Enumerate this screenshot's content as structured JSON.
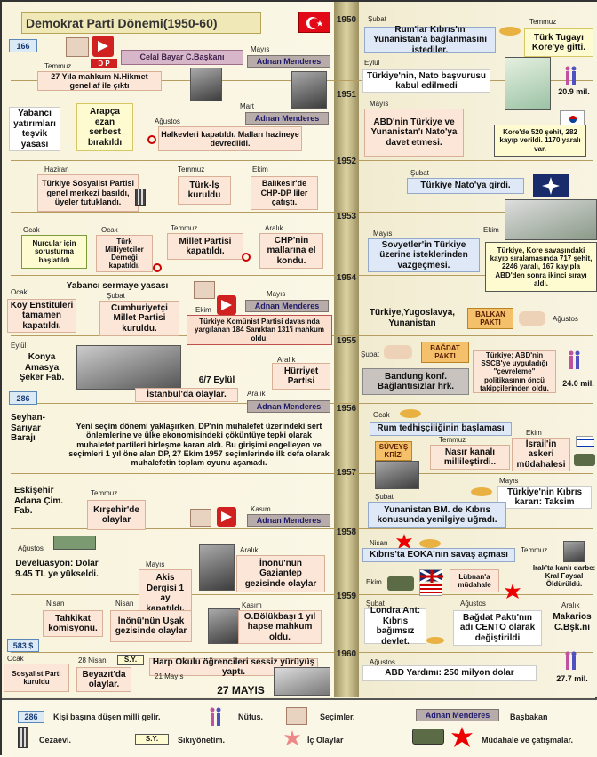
{
  "header": {
    "title": "Demokrat Parti Dönemi(1950-60)"
  },
  "years": [
    "1950",
    "1951",
    "1952",
    "1953",
    "1954",
    "1955",
    "1956",
    "1957",
    "1958",
    "1959",
    "1960"
  ],
  "left": {
    "n166": "166",
    "dp_badge": "D P",
    "bayar": "Celal Bayar C.Başkanı",
    "mayis1": "Mayıs",
    "menderes1": "Adnan Menderes",
    "temmuz1": "Temmuz",
    "hikmet": "27 Yıla mahkum N.Hikmet genel af ile çıktı",
    "yabanci": "Yabancı yatırımları teşvik yasası",
    "ezan": "Arapça ezan serbest bırakıldı",
    "mart1": "Mart",
    "menderes2": "Adnan Menderes",
    "agustos1": "Ağustos",
    "halkevleri": "Halkevleri kapatıldı. Malları hazineye devredildi.",
    "haziran1": "Haziran",
    "sosyalist": "Türkiye Sosyalist Partisi genel merkezi basıldı, üyeler tutuklandı.",
    "temmuz2": "Temmuz",
    "turkis": "Türk-İş kuruldu",
    "ekim1": "Ekim",
    "balikesir": "Balıkesir'de CHP-DP liler çatıştı.",
    "ocak1": "Ocak",
    "nurcular": "Nurcular için soruşturma başlatıldı",
    "ocak2": "Ocak",
    "milliyetci": "Türk Milliyetçiler Derneği kapatıldı.",
    "temmuz3": "Temmuz",
    "millet": "Millet Partisi kapatıldı.",
    "aralik1": "Aralık",
    "chpmal": "CHP'nin mallarına el kondu.",
    "sermaye": "Yabancı sermaye yasası",
    "ocak3": "Ocak",
    "koy": "Köy Enstitüleri tamamen kapatıldı.",
    "subat1": "Şubat",
    "cmp": "Cumhuriyetçi Millet Partisi kuruldu.",
    "ekim2": "Ekim",
    "mayis2": "Mayıs",
    "menderes3": "Adnan Menderes",
    "tkp": "Türkiye Komünist Partisi davasında yargılanan 184 Sanıktan 131'i mahkum oldu.",
    "eylul1": "Eylül",
    "konya": "Konya Amasya Şeker Fab.",
    "eylul67": "6/7 Eylül",
    "aralik2": "Aralık",
    "hurriyet": "Hürriyet Partisi",
    "n286": "286",
    "istanbul": "İstanbul'da olaylar.",
    "aralik3": "Aralık",
    "menderes4": "Adnan Menderes",
    "seyhan": "Seyhan-Sarıyar Barajı",
    "paragraph": "Yeni seçim dönemi yaklaşırken, DP'nin muhalefet üzerindeki sert önlemlerine ve ülke ekonomisindeki çöküntüye tepki olarak muhalefet partileri birleşme kararı aldı. Bu girişimi engelleyen ve seçimleri 1 yıl öne alan DP, 27 Ekim 1957 seçimlerinde ilk defa olarak muhalefetin toplam oyunu aşamadı.",
    "eskisehir": "Eskişehir Adana Çim. Fab.",
    "temmuz4": "Temmuz",
    "kirsehir": "Kırşehir'de olaylar",
    "kasim1": "Kasım",
    "menderes5": "Adnan Menderes",
    "agustos2": "Ağustos",
    "develuasyon": "Develüasyon: Dolar 9.45 TL ye yükseldi.",
    "mayis3": "Mayıs",
    "akis": "Akis Dergisi 1 ay kapatıldı.",
    "aralik4": "Aralık",
    "inonu1": "İnönü'nün Gaziantep gezisinde olaylar",
    "nisan1": "Nisan",
    "tahkikat": "Tahkikat komisyonu.",
    "nisan2": "Nisan",
    "inonu2": "İnönü'nün Uşak gezisinde olaylar",
    "kasim2": "Kasım",
    "bolukbasi": "O.Bölükbaşı 1 yıl hapse mahkum oldu.",
    "n583": "583 $",
    "ocak4": "Ocak",
    "sosyalist2": "Sosyalist Parti kuruldu",
    "nisan28": "28 Nisan",
    "sy": "S.Y.",
    "beyazit": "Beyazıt'da olaylar.",
    "harp": "Harp Okulu öğrencileri sessiz yürüyüş yaptı.",
    "mayis21": "21 Mayıs",
    "mayis27": "27 MAYIS"
  },
  "right": {
    "subat1": "Şubat",
    "kibris1": "Rum'lar Kıbrıs'ın Yunanistan'a bağlanmasını istediler.",
    "temmuz1": "Temmuz",
    "kore": "Türk Tugayı Kore'ye gitti.",
    "eylul1": "Eylül",
    "nato1": "Türkiye'nin, Nato başvurusu kabul edilmedi",
    "pop1": "20.9 mil.",
    "mayis1": "Mayıs",
    "abd": "ABD'nin Türkiye ve Yunanistan'ı Nato'ya davet etmesi.",
    "korekayip": "Kore'de 520 şehit, 282 kayıp verildi. 1170 yaralı var.",
    "subat2": "Şubat",
    "nato2": "Türkiye Nato'ya girdi.",
    "mayis2": "Mayıs",
    "sovyet": "Sovyetler'in Türkiye üzerine isteklerinden vazgeçmesi.",
    "ekim1": "Ekim",
    "korekayip2": "Türkiye, Kore savaşındaki kayıp sıralamasında 717 şehit, 2246 yaralı, 167 kayıpla ABD'den sonra ikinci sırayı aldı.",
    "balkan_list": "Türkiye,Yugoslavya, Yunanistan",
    "balkan": "BALKAN PAKTI",
    "agustos1": "Ağustos",
    "subat3": "Şubat",
    "bagdat": "BAĞDAT PAKTI",
    "bandung": "Bandung konf. Bağlantısızlar hrk.",
    "ssc": "Türkiye; ABD'nin SSCB'ye uyguladığı \"çevreleme\" politikasının öncü takipçilerinden oldu.",
    "pop2": "24.0 mil.",
    "ocak1": "Ocak",
    "rum": "Rum tedhişçiliğinin başlaması",
    "suveys": "SÜVEYŞ KRİZİ",
    "temmuz2": "Temmuz",
    "nasir": "Nasır kanalı millileştirdi..",
    "ekim2": "Ekim",
    "israil": "İsrail'in askeri müdahalesi",
    "mayis3": "Mayıs",
    "taksim": "Türkiye'nin Kıbrıs kararı: Taksim",
    "subat4": "Şubat",
    "bm": "Yunanistan BM. de Kıbrıs konusunda yenilgiye uğradı.",
    "nisan1": "Nisan",
    "eoka": "Kıbrıs'ta EOKA'nın savaş açması",
    "temmuz3": "Temmuz",
    "irak": "Irak'ta kanlı darbe: Kral Faysal Öldürüldü.",
    "ekim3": "Ekim",
    "lubnan": "Lübnan'a müdahale",
    "subat5": "Şubat",
    "agustos2": "Ağustos",
    "aralik1": "Aralık",
    "londra": "Londra Ant: Kıbrıs bağımsız devlet.",
    "cento": "Bağdat Paktı'nın adı CENTO olarak değiştirildi",
    "makarios": "Makarios C.Bşk.nı",
    "agustos3": "Ağustos",
    "abdyardim": "ABD Yardımı: 250 milyon dolar",
    "pop3": "27.7 mil."
  },
  "legend": {
    "num": "286",
    "gelir": "Kişi başına düşen milli gelir.",
    "nufus": "Nüfus.",
    "secim": "Seçimler.",
    "pm": "Adnan Menderes",
    "basbakan": "Başbakan",
    "cezaevi": "Cezaevi.",
    "sy": "S.Y.",
    "sikiyonetim": "Sıkıyönetim.",
    "ic": "İç Olaylar",
    "mudahale": "Müdahale ve çatışmalar."
  },
  "colors": {
    "accent": "#c0504d",
    "pm_box": "#b7aca9",
    "header": "#f1e8b8"
  }
}
